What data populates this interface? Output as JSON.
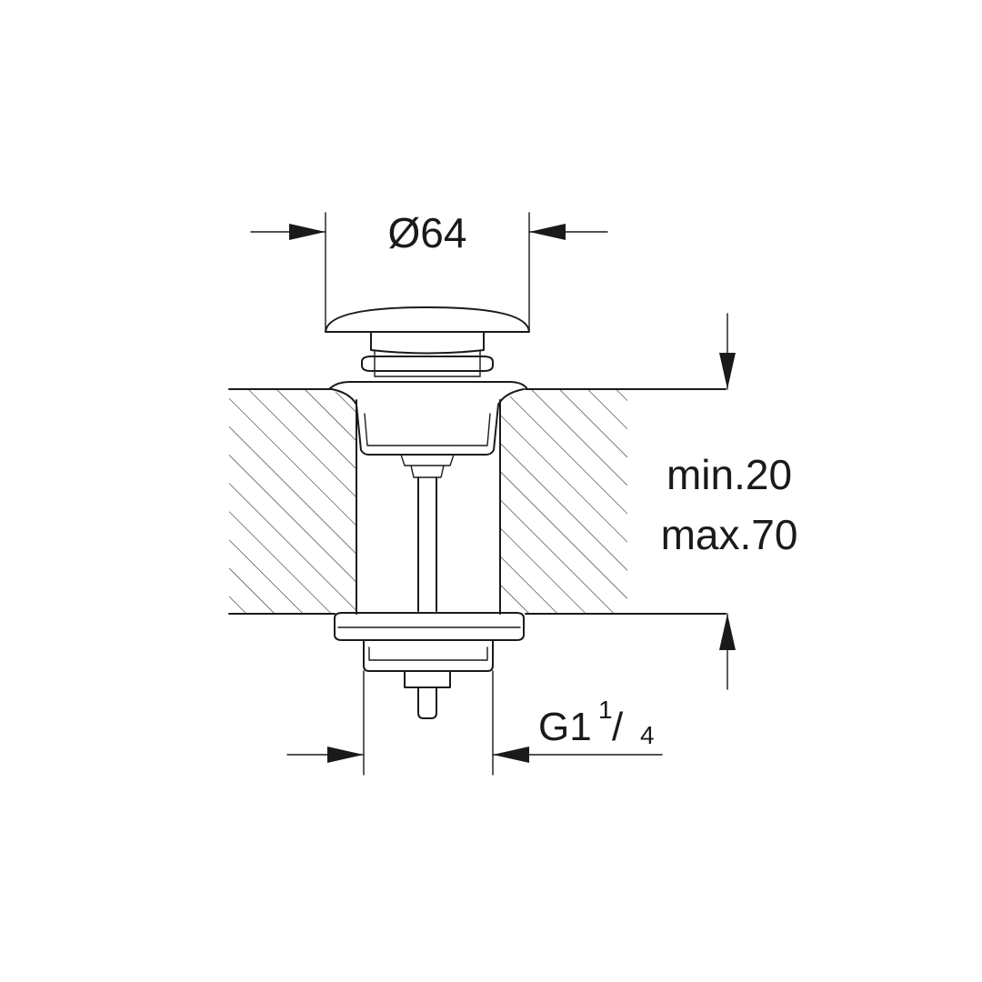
{
  "diagram": {
    "diameter_label": "Ø64",
    "thickness_min_label": "min.20",
    "thickness_max_label": "max.70",
    "thread": {
      "prefix": "G1",
      "numerator": "1",
      "slash": "/",
      "denominator": "4"
    }
  },
  "colors": {
    "stroke": "#1a1a1a",
    "background": "#ffffff"
  }
}
